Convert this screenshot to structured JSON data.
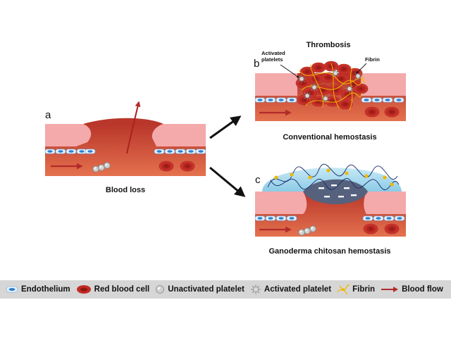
{
  "panels": {
    "a": {
      "letter": "a",
      "caption": "Blood loss"
    },
    "b": {
      "letter": "b",
      "title": "Thrombosis",
      "caption": "Conventional hemostasis",
      "callout_platelets": [
        "Activated",
        "platelets"
      ],
      "callout_fibrin": "Fibrin"
    },
    "c": {
      "letter": "c",
      "caption": "Ganoderma chitosan hemostasis"
    }
  },
  "legend": [
    {
      "icon": "endothelium-icon",
      "label": "Endothelium"
    },
    {
      "icon": "red-blood-cell-icon",
      "label": "Red blood cell"
    },
    {
      "icon": "unactivated-platelet-icon",
      "label": "Unactivated platelet"
    },
    {
      "icon": "activated-platelet-icon",
      "label": "Activated platelet"
    },
    {
      "icon": "fibrin-icon",
      "label": "Fibrin"
    },
    {
      "icon": "blood-flow-arrow-icon",
      "label": "Blood flow"
    }
  ],
  "colors": {
    "tissue": "#f4a9ab",
    "blood_top": "#b8362a",
    "blood_bottom": "#e0684a",
    "endothelium": "#3f8fd8",
    "rbc": "#c32a25",
    "fibrin": "#f0b800",
    "hydrogel": "#9fd6ec",
    "arrow": "#b32a2a",
    "legend_bg": "#d6d6d6"
  }
}
